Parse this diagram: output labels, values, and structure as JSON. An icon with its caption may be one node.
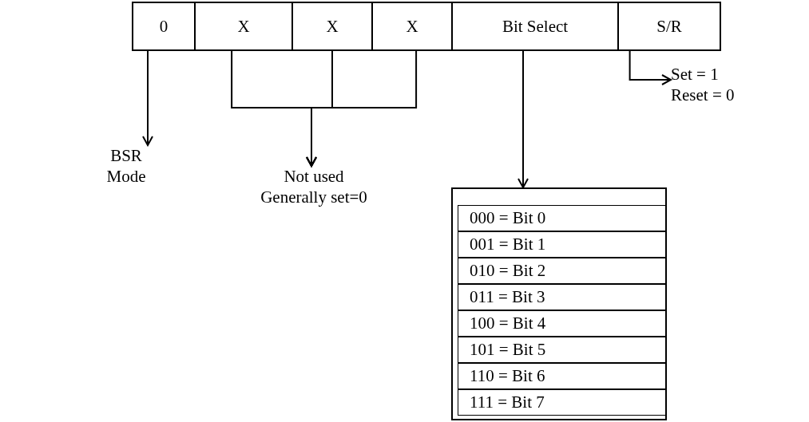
{
  "diagram": {
    "nodes": [
      {
        "text": [
          "0"
        ]
      },
      {
        "text": [
          "X"
        ]
      },
      {
        "text": [
          "X"
        ]
      },
      {
        "text": [
          "X"
        ]
      },
      {
        "text": [
          "Bit Select"
        ]
      },
      {
        "text": [
          "S/R"
        ]
      },
      {
        "text": [
          "BSR Mode"
        ]
      },
      {
        "text": [
          "Not used Generally set=0"
        ]
      },
      {
        "text": [],
        "shape": "box"
      },
      {
        "text": [
          "000 = Bit 0"
        ],
        "in": 8
      },
      {
        "text": [
          "001 = Bit 1"
        ],
        "in": 8
      },
      {
        "text": [
          "010 = Bit 2"
        ],
        "in": 8
      },
      {
        "text": [
          "011 = Bit 3"
        ],
        "in": 8
      },
      {
        "text": [
          "100 = Bit 4"
        ],
        "in": 8
      },
      {
        "text": [
          "101 = Bit 5"
        ],
        "in": 8
      },
      {
        "text": [
          "110 = Bit 6"
        ],
        "in": 8
      },
      {
        "text": [
          "111 = Bit 7"
        ],
        "in": 8
      },
      {
        "text": [
          "Set = 1",
          "Reset = 0"
        ]
      }
    ],
    "edges": [
      {
        "from": 0,
        "to": 6,
        "arrow": "to"
      },
      {
        "from": 1,
        "to": 7,
        "arrow": "to"
      },
      {
        "from": 2,
        "to": 7,
        "arrow": "to"
      },
      {
        "from": 3,
        "to": 7,
        "arrow": "to"
      },
      {
        "from": 4,
        "to": 8,
        "arrow": "to"
      },
      {
        "from": 5,
        "to": 17,
        "arrow": "to"
      }
    ]
  }
}
